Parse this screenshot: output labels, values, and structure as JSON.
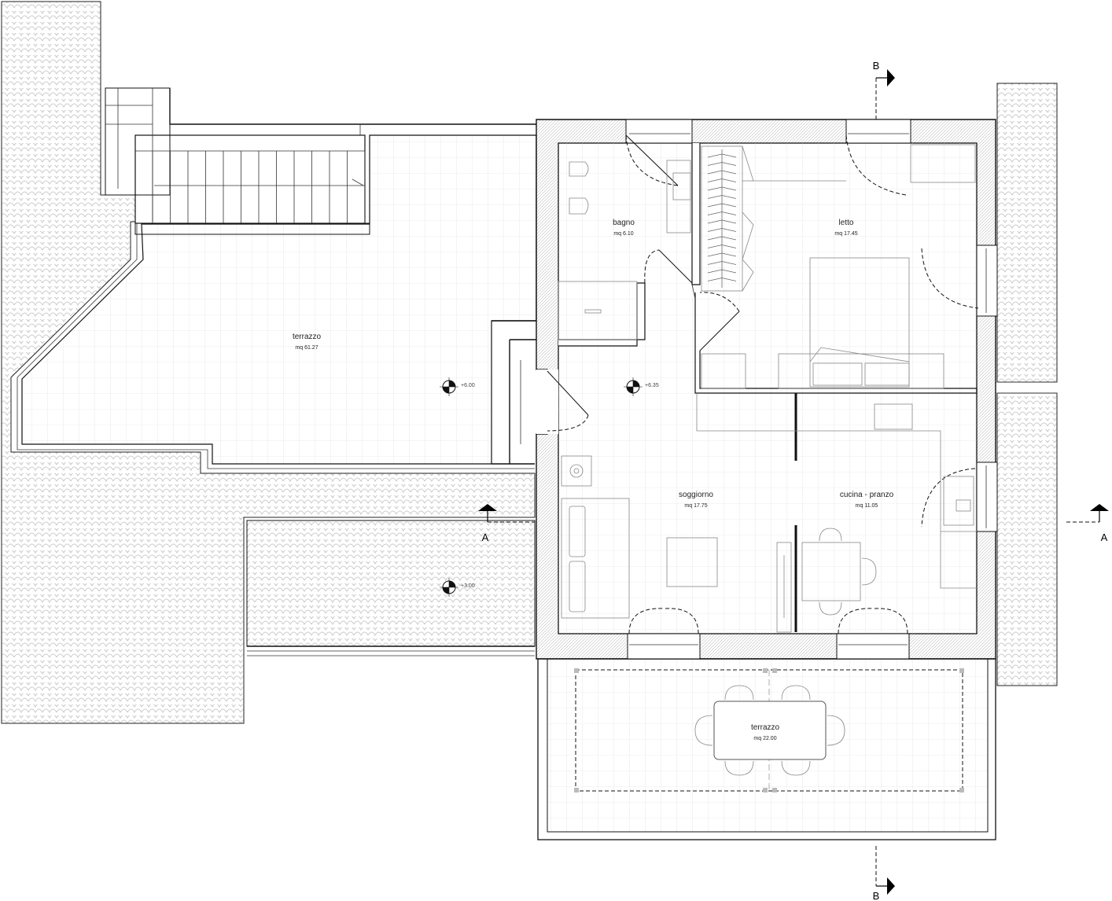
{
  "rooms": {
    "terrazzo_left": {
      "name": "terrazzo",
      "area": "mq 61.27"
    },
    "bagno": {
      "name": "bagno",
      "area": "mq 6.10"
    },
    "letto": {
      "name": "letto",
      "area": "mq 17.45"
    },
    "soggiorno": {
      "name": "soggiorno",
      "area": "mq 17.75"
    },
    "cucina": {
      "name": "cucina - pranzo",
      "area": "mq 11.05"
    },
    "terrazzo_bottom": {
      "name": "terrazzo",
      "area": "mq 22.00"
    }
  },
  "levels": {
    "terrazzo_left": "+6.00",
    "interior": "+6.35",
    "lower_roof": "+3.00"
  },
  "sections": {
    "a_left": "A",
    "a_right": "A",
    "b_top": "B",
    "b_bottom": "B"
  },
  "colors": {
    "wall": "#111111",
    "tile_grid": "#d6d6d6",
    "roof_tile": "#cfcfcf"
  }
}
